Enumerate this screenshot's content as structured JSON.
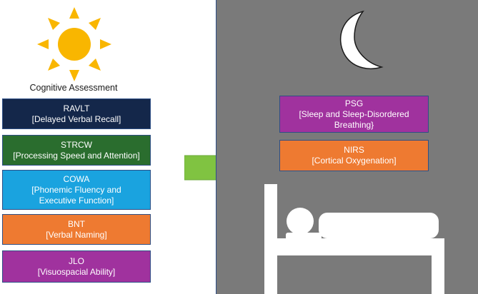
{
  "left": {
    "title": "Cognitive Assessment",
    "tests": [
      {
        "name": "RAVLT",
        "desc": "[Delayed Verbal Recall]",
        "color": "#14274a"
      },
      {
        "name": "STRCW",
        "desc": "[Processing Speed and Attention]",
        "color": "#2a6d2e"
      },
      {
        "name": "COWA",
        "desc_lines": [
          "[Phonemic Fluency and",
          "Executive Function]"
        ],
        "color": "#1aa3df"
      },
      {
        "name": "BNT",
        "desc": "[Verbal Naming]",
        "color": "#ee7a31"
      },
      {
        "name": "JLO",
        "desc": "[Visuospacial Ability]",
        "color": "#a0329e"
      }
    ]
  },
  "right": {
    "measures": [
      {
        "name": "PSG",
        "desc_lines": [
          "[Sleep and Sleep-Disordered",
          "Breathing}"
        ],
        "color": "#a0329e"
      },
      {
        "name": "NIRS",
        "desc": "[Cortical Oxygenation]",
        "color": "#ee7a31"
      }
    ]
  },
  "icons": {
    "sun": "sun-icon",
    "moon": "moon-icon",
    "arrow": "right-arrow-icon",
    "bed": "bed-sleeping-person-icon"
  },
  "colors": {
    "sun": "#f9b600",
    "arrow": "#80c341",
    "night_panel": "#7a7a7a",
    "border": "#2e4f86"
  }
}
